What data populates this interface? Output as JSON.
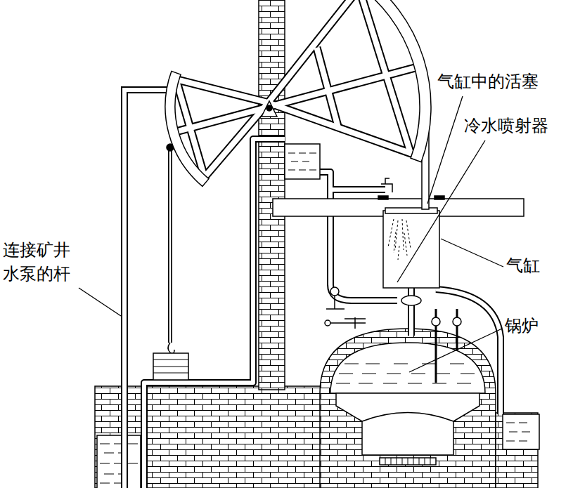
{
  "diagram": {
    "labels": [
      "气缸中的活塞",
      "冷水喷射器",
      "连接矿井 水泵的杆",
      "气缸",
      "锅炉"
    ]
  }
}
